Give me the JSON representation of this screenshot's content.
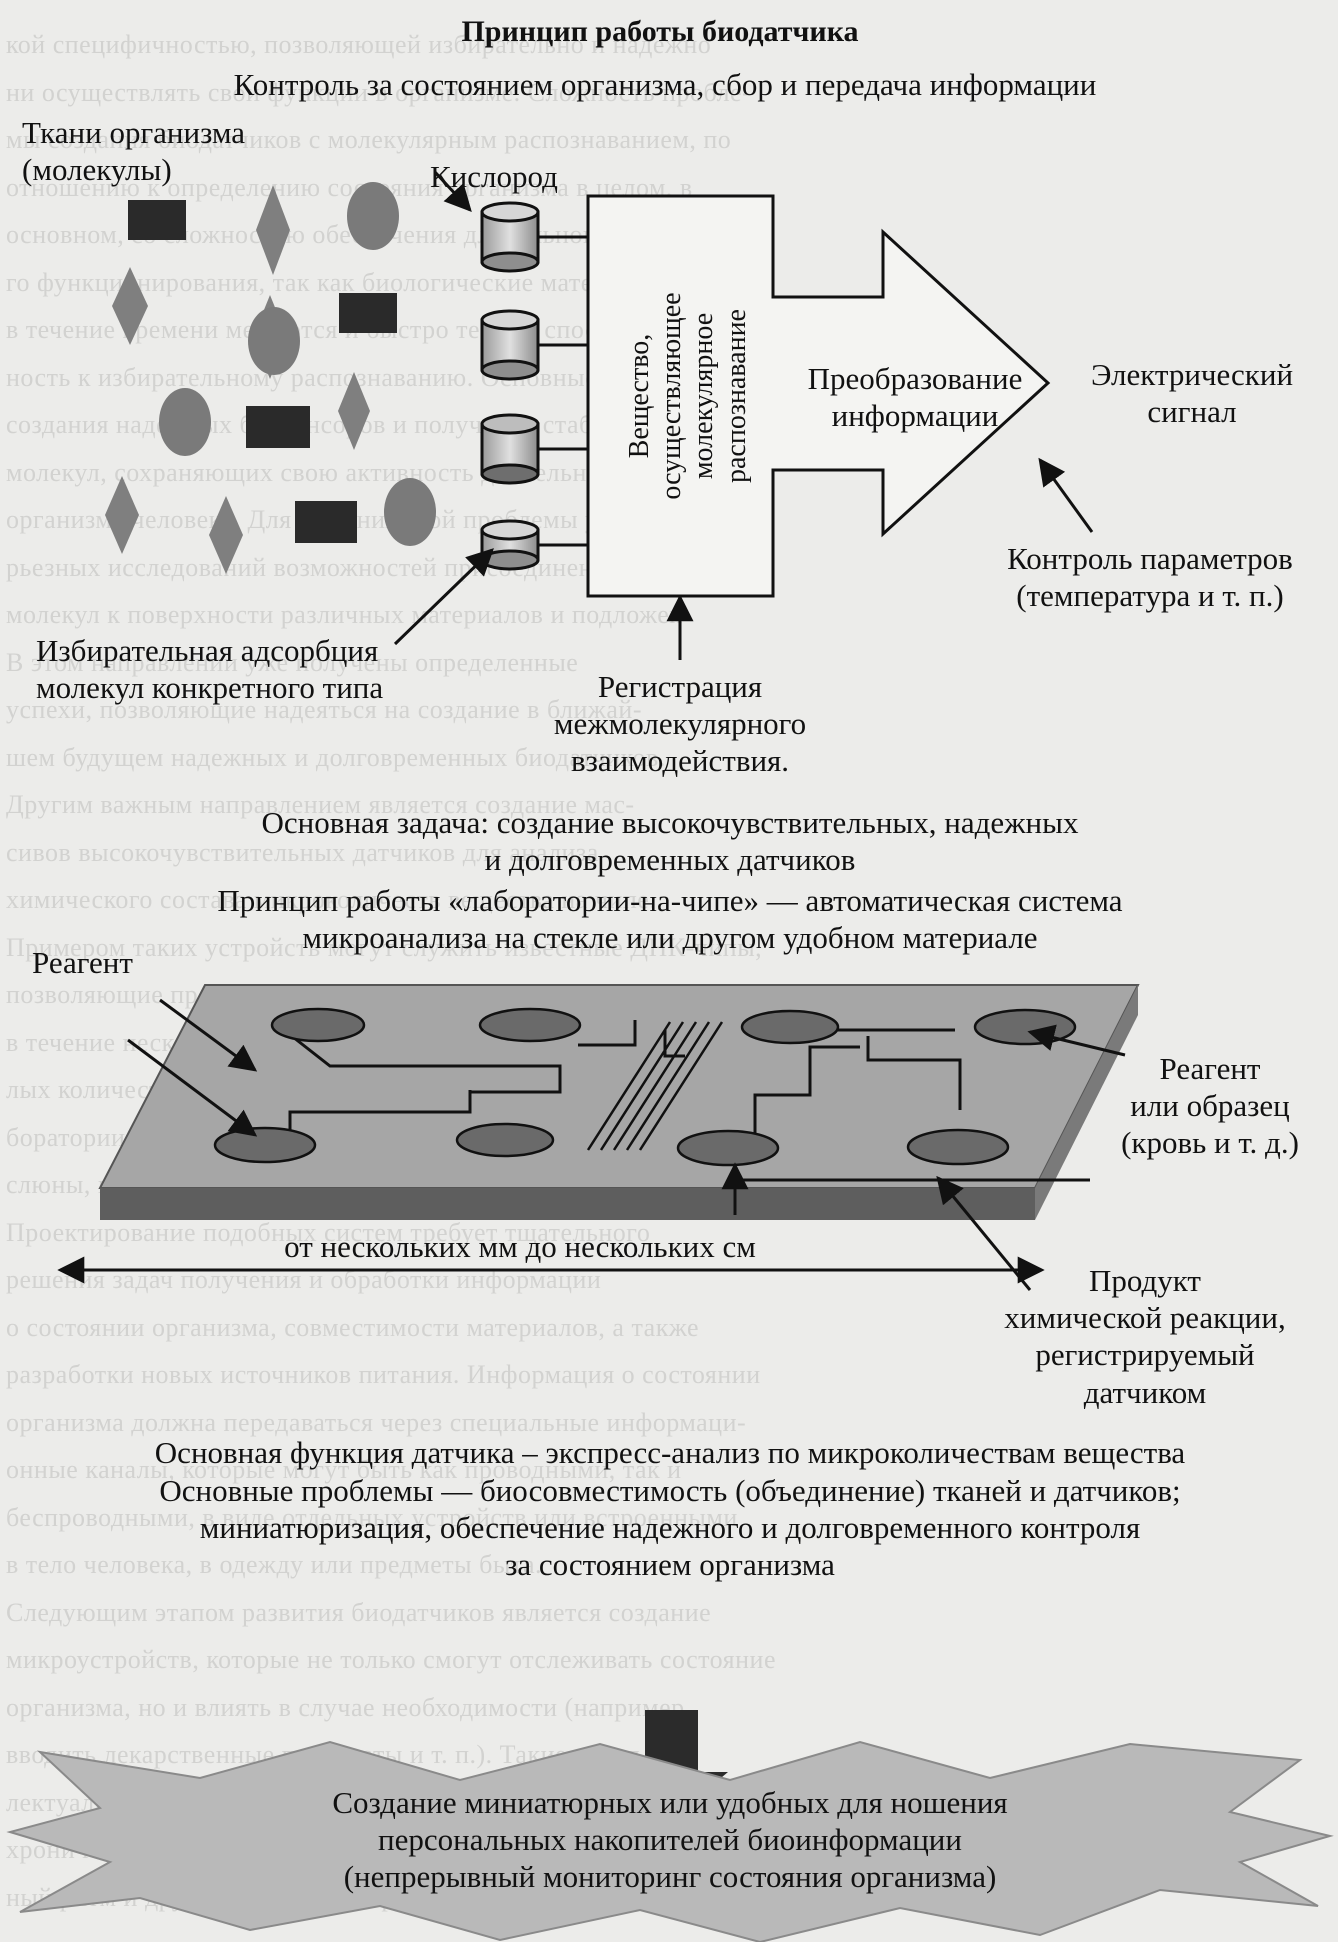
{
  "background_text": {
    "lines": [
      "кой специфичностью, позволяющей избирательно и надежно",
      "ни осуществлять свои функции в организме. Сложность пробле-",
      "мы создания биодатчиков с молекулярным распознаванием, по",
      "отношению к определению состояния организма в целом, в",
      "основном, со сложностью обеспечения длительного и надежно-",
      "го функционирования, так как биологические материалы",
      "в течение времени меняются и быстро теряют способ-",
      "ность к избирательному распознаванию. Основные проблемы",
      "создания надежных биосенсоров и получения стабильных",
      "молекул, сохраняющих свою активность длительное время в",
      "организме человека. Для решения этой проблемы у нас много се-",
      "рьезных исследований возможностей присоединения",
      "молекул к поверхности различных материалов и подложек",
      "В этом направлении уже получены определенные",
      "успехи, позволяющие надеяться на создание в ближай-",
      "шем будущем надежных и долговременных биодатчиков.",
      "Другим важным направлением является создание мас-",
      "сивов высокочувствительных датчиков для анализа",
      "химического состава микроколичеств вещества на чипе.",
      "Примером таких устройств могут служить известные ДНК-чипы,",
      "позволяющие проводить анализ генетического материала",
      "в течение нескольких минут с использованием сверхма-",
      "лых количеств исследуемого вещества. Аналогичные ла-",
      "боратории на чипе разрабатываются для анализа крови,",
      "слюны, мочи и других биологических жидкостей организма.",
      "Проектирование подобных систем требует тщательного",
      "решения задач получения и обработки информации",
      "о состоянии организма, совместимости материалов, а также",
      "разработки новых источников питания. Информация о состоянии",
      "организма должна передаваться через специальные информаци-",
      "онные каналы, которые могут быть как проводными, так и",
      "беспроводными, в виде отдельных устройств или встроенными",
      "в тело человека, в одежду или предметы быта.",
      "Следующим этапом развития биодатчиков является создание",
      "микроустройств, которые не только смогут отслеживать состояние",
      "организма, но и влиять в случае необходимости (например,",
      "вводить лекарственные препараты и т. п.). Такие интел-",
      "лектуальные системы будут обеспечивать непрерывное",
      "хроническое наблюдение, позволяя точно определять его сердеч-",
      "ный ритм и другие параметры в реальном времени."
    ]
  },
  "biosensor": {
    "title": "Принцип работы биодатчика",
    "subtitle": "Контроль за состоянием организма, сбор и передача информации",
    "tissues_label": [
      "Ткани организма",
      "(молекулы)"
    ],
    "oxygen_label": "Кислород",
    "recognition_substance": [
      "Вещество,",
      "осуществляющее",
      "молекулярное",
      "распознавание"
    ],
    "conversion_label": [
      "Преобразование",
      "информации"
    ],
    "signal_label": [
      "Электрический",
      "сигнал"
    ],
    "params_label": [
      "Контроль параметров",
      "(температура и т. п.)"
    ],
    "adsorption_label": [
      "Избирательная адсорбция",
      "молекул конкретного типа"
    ],
    "registration_label": [
      "Регистрация",
      "межмолекулярного",
      "взаимодействия."
    ]
  },
  "main_task": [
    "Основная задача: создание высокочувствительных, надежных",
    "и долговременных датчиков"
  ],
  "lab_on_chip": {
    "title": [
      "Принцип работы «лаборатории-на-чипе» — автоматическая система",
      "микроанализа на стекле или другом удобном материале"
    ],
    "reagent_label": "Реагент",
    "sample_label": [
      "Реагент",
      "или образец",
      "(кровь и т. д.)"
    ],
    "size_label": "от нескольких мм до нескольких см",
    "product_label": [
      "Продукт",
      "химической реакции,",
      "регистрируемый",
      "датчиком"
    ]
  },
  "function_text": "Основная функция датчика – экспресс-анализ по микроколичествам вещества",
  "problems_text": [
    "Основные проблемы — биосовместимость (объединение) тканей и датчиков;",
    "миниатюризация, обеспечение надежного и долговременного контроля",
    "за состоянием организма"
  ],
  "goal_text": [
    "Создание миниатюрных или удобных для ношения",
    "персональных накопителей биоинформации",
    "(непрерывный мониторинг состояния организма)"
  ],
  "colors": {
    "page": "#ececea",
    "ink": "#111111",
    "ghost_text": "#d2d2d0",
    "shape_fill": "#7a7a7a",
    "rect_fill": "#2a2a2a",
    "chip_top": "#a8a8a8",
    "star_fill": "#b9b9b9"
  }
}
